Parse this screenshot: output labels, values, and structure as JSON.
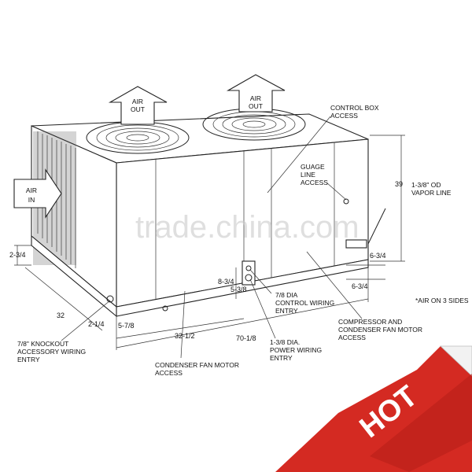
{
  "diagram": {
    "air_out_left": [
      "AIR",
      "OUT"
    ],
    "air_out_right": [
      "AIR",
      "OUT"
    ],
    "air_in": [
      "AIR",
      "IN"
    ],
    "labels": {
      "control_box_access": [
        "CONTROL BOX",
        "ACCESS"
      ],
      "guage_line_access": [
        "GUAGE",
        "LINE",
        "ACCESS"
      ],
      "vapor_line": [
        "1-3/8\" OD",
        "VAPOR LINE"
      ],
      "knockout": [
        "7/8\" KNOCKOUT",
        "ACCESSORY WIRING",
        "ENTRY"
      ],
      "control_wiring": [
        "7/8 DIA",
        "CONTROL WIRING",
        "ENTRY"
      ],
      "power_wiring": [
        "1-3/8 DIA.",
        "POWER WIRING",
        "ENTRY"
      ],
      "compressor_access": [
        "COMPRESSOR AND",
        "CONDENSER FAN MOTOR",
        "ACCESS"
      ],
      "condenser_fan_access": [
        "CONDENSER FAN MOTOR",
        "ACCESS"
      ],
      "air_on_sides": "*AIR ON 3 SIDES"
    },
    "dimensions": {
      "height": "39",
      "left_base": "2-3/4",
      "depth": "32",
      "d_2_1_4": "2-1/4",
      "d_5_7_8": "5-7/8",
      "d_32_1_2": "32-1/2",
      "d_70_1_8": "70-1/8",
      "d_8_3_4": "8-3/4",
      "d_5_3_8": "5-3/8",
      "d_6_3_4_a": "6-3/4",
      "d_6_3_4_b": "6-3/4"
    }
  },
  "watermark": "trade.china.com",
  "badge": {
    "text": "HOT",
    "color": "#d42a22"
  }
}
